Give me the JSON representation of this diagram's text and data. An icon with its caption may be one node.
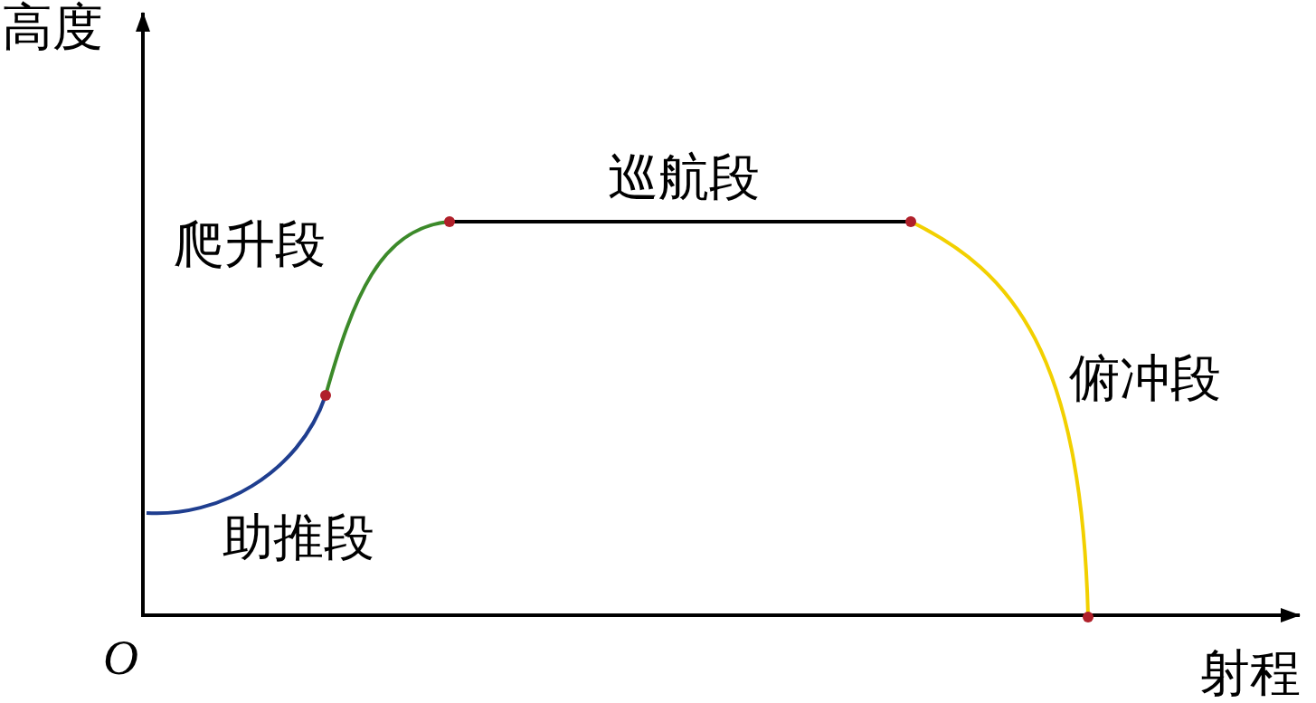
{
  "diagram": {
    "labels": [
      "高度",
      "巡航段",
      "爬升段",
      "俯冲段",
      "助推段",
      "O",
      "射程"
    ]
  }
}
